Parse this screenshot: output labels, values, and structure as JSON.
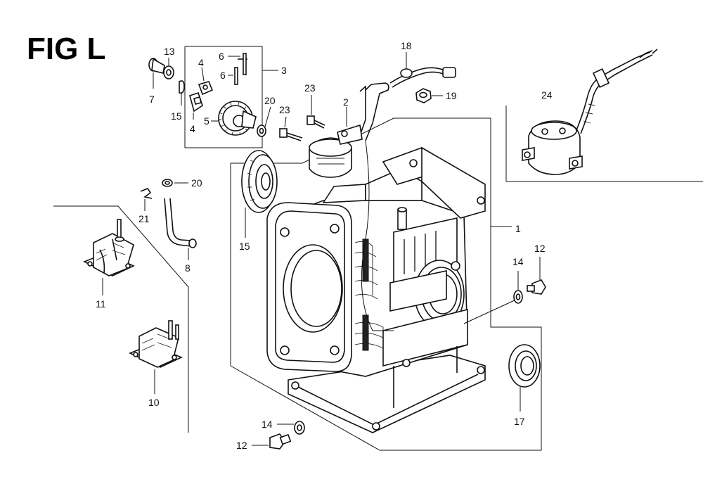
{
  "figure": {
    "title": "FIG L"
  },
  "callouts": [
    {
      "id": "c1",
      "label": "1"
    },
    {
      "id": "c2",
      "label": "2"
    },
    {
      "id": "c3",
      "label": "3"
    },
    {
      "id": "c4a",
      "label": "4"
    },
    {
      "id": "c4b",
      "label": "4"
    },
    {
      "id": "c5",
      "label": "5"
    },
    {
      "id": "c6a",
      "label": "6"
    },
    {
      "id": "c6b",
      "label": "6"
    },
    {
      "id": "c7",
      "label": "7"
    },
    {
      "id": "c8",
      "label": "8"
    },
    {
      "id": "c10",
      "label": "10"
    },
    {
      "id": "c11",
      "label": "11"
    },
    {
      "id": "c12a",
      "label": "12"
    },
    {
      "id": "c12b",
      "label": "12"
    },
    {
      "id": "c13",
      "label": "13"
    },
    {
      "id": "c14a",
      "label": "14"
    },
    {
      "id": "c14b",
      "label": "14"
    },
    {
      "id": "c15a",
      "label": "15"
    },
    {
      "id": "c15b",
      "label": "15"
    },
    {
      "id": "c17",
      "label": "17"
    },
    {
      "id": "c18",
      "label": "18"
    },
    {
      "id": "c19",
      "label": "19"
    },
    {
      "id": "c20a",
      "label": "20"
    },
    {
      "id": "c20b",
      "label": "20"
    },
    {
      "id": "c21",
      "label": "21"
    },
    {
      "id": "c23a",
      "label": "23"
    },
    {
      "id": "c23b",
      "label": "23"
    },
    {
      "id": "c24",
      "label": "24"
    }
  ]
}
